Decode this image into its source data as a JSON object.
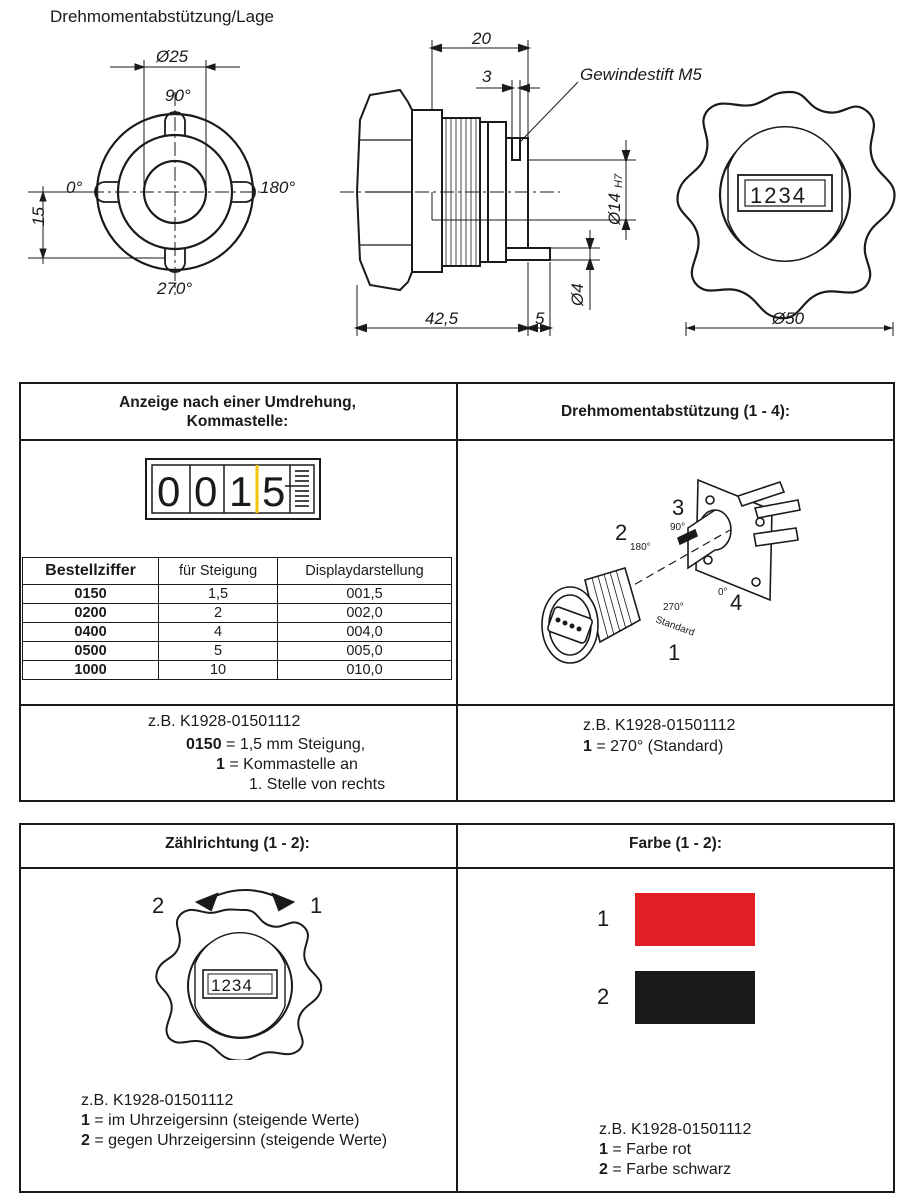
{
  "top_title": "Drehmomentabstützung/Lage",
  "drawing_labels": {
    "dia25": "Ø25",
    "a90": "90°",
    "a0": "0°",
    "a180": "180°",
    "a270": "270°",
    "h15": "15",
    "d20": "20",
    "d3": "3",
    "gewindestift": "Gewindestift M5",
    "dia14": "Ø14",
    "h7": "H7",
    "dia4": "Ø4",
    "d42_5": "42,5",
    "d5": "5",
    "dia50": "Ø50",
    "display": "1234"
  },
  "panel1": {
    "header_line1": "Anzeige nach einer Umdrehung,",
    "header_line2": "Kommastelle:",
    "digits": [
      "0",
      "0",
      "1",
      "5"
    ],
    "table_headers": [
      "Bestellziffer",
      "für Steigung",
      "Displaydarstellung"
    ],
    "rows": [
      [
        "0150",
        "1,5",
        "001,5"
      ],
      [
        "0200",
        "2",
        "002,0"
      ],
      [
        "0400",
        "4",
        "004,0"
      ],
      [
        "0500",
        "5",
        "005,0"
      ],
      [
        "1000",
        "10",
        "010,0"
      ]
    ],
    "example_line1": "z.B. K1928-01501112",
    "ex2_bold": "0150",
    "ex2_text": " = 1,5 mm Steigung,",
    "ex3_bold": "1",
    "ex3_text": " = Kommastelle an",
    "ex4_text": "1. Stelle von rechts"
  },
  "panel2": {
    "header": "Drehmomentabstützung (1 - 4):",
    "labels": {
      "n1": "1",
      "n2": "2",
      "n3": "3",
      "n4": "4",
      "deg180": "180°",
      "deg90": "90°",
      "deg270": "270°",
      "deg0": "0°",
      "standard": "Standard"
    },
    "example_line1": "z.B. K1928-01501112",
    "ex2_bold": "1",
    "ex2_text": " = 270° (Standard)"
  },
  "panel3": {
    "header": "Zählrichtung (1 - 2):",
    "label2": "2",
    "label1": "1",
    "display": "1234",
    "example_line1": "z.B. K1928-01501112",
    "ex2_bold": "1",
    "ex2_text": " = im Uhrzeigersinn (steigende Werte)",
    "ex3_bold": "2",
    "ex3_text": " = gegen Uhrzeigersinn (steigende Werte)"
  },
  "panel4": {
    "header": "Farbe (1 - 2):",
    "label1": "1",
    "label2": "2",
    "color1": "#e31e24",
    "color2": "#1a1a1a",
    "example_line1": "z.B. K1928-01501112",
    "ex2_bold": "1",
    "ex2_text": " = Farbe rot",
    "ex3_bold": "2",
    "ex3_text": " = Farbe schwarz"
  }
}
